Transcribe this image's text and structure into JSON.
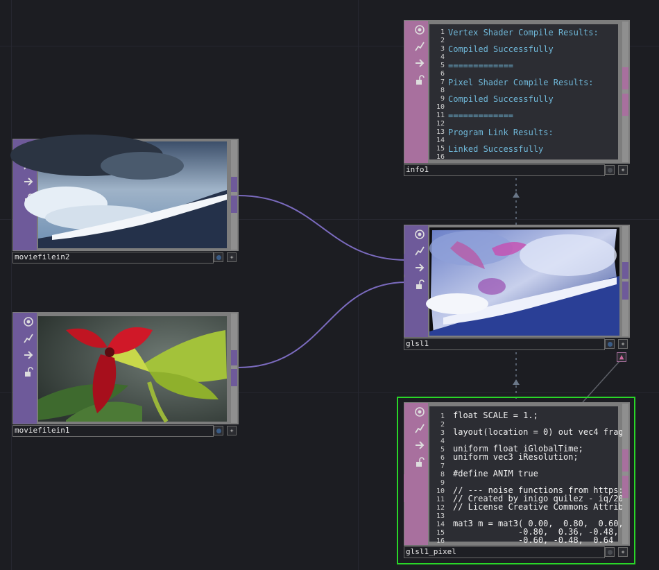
{
  "colors": {
    "background": "#1c1d22",
    "top_family": "#6e5a9a",
    "dat_family": "#a8709e",
    "wire": "#7b6bbf",
    "selection": "#29d628",
    "info_text": "#6fb7d8",
    "code_text": "#f2f2f2"
  },
  "icons": [
    "viewer-toggle-icon",
    "cooking-icon",
    "export-arrow-icon",
    "lock-icon"
  ],
  "nodes": {
    "moviefilein2": {
      "name": "moviefilein2",
      "preview": "sky with clouds and mountain ridge"
    },
    "moviefilein1": {
      "name": "moviefilein1",
      "preview": "red trillium flower with green leaves"
    },
    "glsl1": {
      "name": "glsl1",
      "preview": "blended sky and flower output"
    },
    "info1": {
      "name": "info1",
      "lines": [
        "Vertex Shader Compile Results:",
        "",
        "Compiled Successfully",
        "",
        "=============",
        "",
        "Pixel Shader Compile Results:",
        "",
        "Compiled Successfully",
        "",
        "=============",
        "",
        "Program Link Results:",
        "",
        "Linked Successfully",
        ""
      ]
    },
    "glsl1_pixel": {
      "name": "glsl1_pixel",
      "lines": [
        "float SCALE = 1.;",
        "",
        "layout(location = 0) out vec4 frag",
        "",
        "uniform float iGlobalTime;",
        "uniform vec3 iResolution;",
        "",
        "#define ANIM true",
        "",
        "// --- noise functions from https:",
        "// Created by inigo quilez - iq/20",
        "// License Creative Commons Attrib",
        "",
        "mat3 m = mat3( 0.00,  0.80,  0.60,",
        "             -0.80,  0.36, -0.48,",
        "             -0.60, -0.48,  0.64"
      ]
    }
  }
}
